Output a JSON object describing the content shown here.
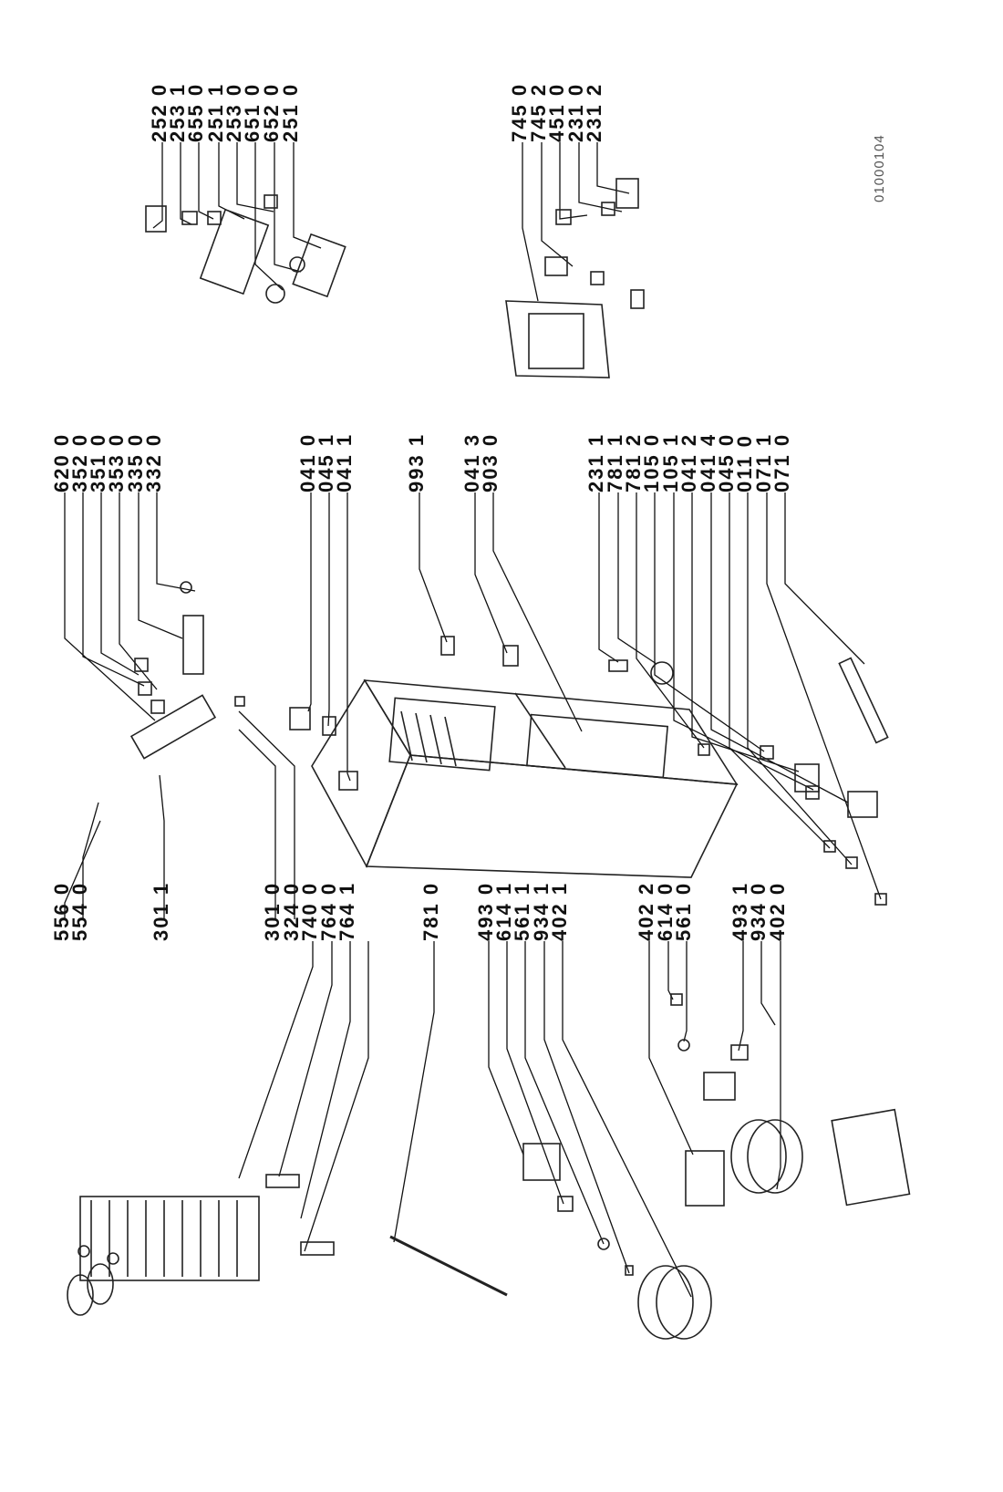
{
  "document_id": "01000104",
  "callouts": {
    "door_top": [
      "252 0",
      "253 1",
      "655 0",
      "251 1",
      "253 0",
      "651 0",
      "652 0",
      "251 0"
    ],
    "door_bottom": [
      "745 0",
      "745 2",
      "451 0",
      "231 0",
      "231 2"
    ],
    "middle_top": [
      "620 0",
      "352 0",
      "351 0",
      "353 0",
      "335 0",
      "332 0"
    ],
    "middle_upper": [
      "041 0",
      "045 1",
      "041 1"
    ],
    "middle_center": [
      "993 1",
      "041 3",
      "903 0"
    ],
    "middle_lower": [
      "231 1",
      "781 1",
      "781 2",
      "105 0",
      "105 1",
      "041 2",
      "041 4",
      "045 0",
      "011 0",
      "071 1",
      "071 0"
    ],
    "left_top": [
      "556 0",
      "554 0"
    ],
    "left_mid": [
      "301 1"
    ],
    "left_lower": [
      "301 0",
      "324 0",
      "740 0",
      "764 0",
      "764 1"
    ],
    "left_single": [
      "781 0"
    ],
    "left_bottom": [
      "493 0",
      "614 1",
      "561 1",
      "934 1",
      "402 1"
    ],
    "right_bottom": [
      "402 2",
      "614 0",
      "561 0",
      "493 1",
      "934 0",
      "402 0"
    ]
  }
}
